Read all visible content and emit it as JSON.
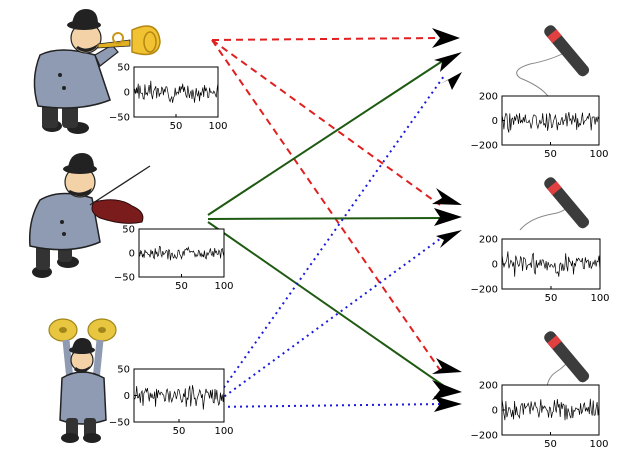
{
  "colors": {
    "trumpet_arrows": "#e02020",
    "violin_arrows": "#1f5a12",
    "cymbal_arrows": "#1a1adf",
    "coat": "#8f9bb3",
    "brass": "#f1c232",
    "mic_tip": "#e04040"
  },
  "sources": [
    {
      "name": "trumpet-player",
      "icon": "trumpet-player-icon",
      "arrow_color": "trumpet_arrows",
      "arrow_style": "dashed",
      "plot": {
        "y_ticks": [
          "50",
          "0",
          "−50"
        ],
        "x_ticks": [
          "50",
          "100"
        ],
        "y_range": [
          -50,
          50
        ],
        "x_range": [
          0,
          100
        ],
        "amplitude": 12,
        "seed": 3
      }
    },
    {
      "name": "violin-player",
      "icon": "violin-player-icon",
      "arrow_color": "violin_arrows",
      "arrow_style": "solid",
      "plot": {
        "y_ticks": [
          "50",
          "0",
          "−50"
        ],
        "x_ticks": [
          "50",
          "100"
        ],
        "y_range": [
          -50,
          50
        ],
        "x_range": [
          0,
          100
        ],
        "amplitude": 9,
        "seed": 7
      }
    },
    {
      "name": "cymbal-player",
      "icon": "cymbal-player-icon",
      "arrow_color": "cymbal_arrows",
      "arrow_style": "dotted",
      "plot": {
        "y_ticks": [
          "50",
          "0",
          "−50"
        ],
        "x_ticks": [
          "50",
          "100"
        ],
        "y_range": [
          -50,
          50
        ],
        "x_range": [
          0,
          100
        ],
        "amplitude": 14,
        "seed": 11
      }
    }
  ],
  "microphones": [
    {
      "name": "microphone-1",
      "plot": {
        "y_ticks": [
          "200",
          "0",
          "−200"
        ],
        "x_ticks": [
          "50",
          "100"
        ],
        "y_range": [
          -200,
          200
        ],
        "x_range": [
          0,
          100
        ],
        "amplitude": 60,
        "seed": 19
      }
    },
    {
      "name": "microphone-2",
      "plot": {
        "y_ticks": [
          "200",
          "0",
          "−200"
        ],
        "x_ticks": [
          "50",
          "100"
        ],
        "y_range": [
          -200,
          200
        ],
        "x_range": [
          0,
          100
        ],
        "amplitude": 60,
        "seed": 23
      }
    },
    {
      "name": "microphone-3",
      "plot": {
        "y_ticks": [
          "200",
          "0",
          "−200"
        ],
        "x_ticks": [
          "50",
          "100"
        ],
        "y_range": [
          -200,
          200
        ],
        "x_range": [
          0,
          100
        ],
        "amplitude": 60,
        "seed": 29
      }
    }
  ]
}
